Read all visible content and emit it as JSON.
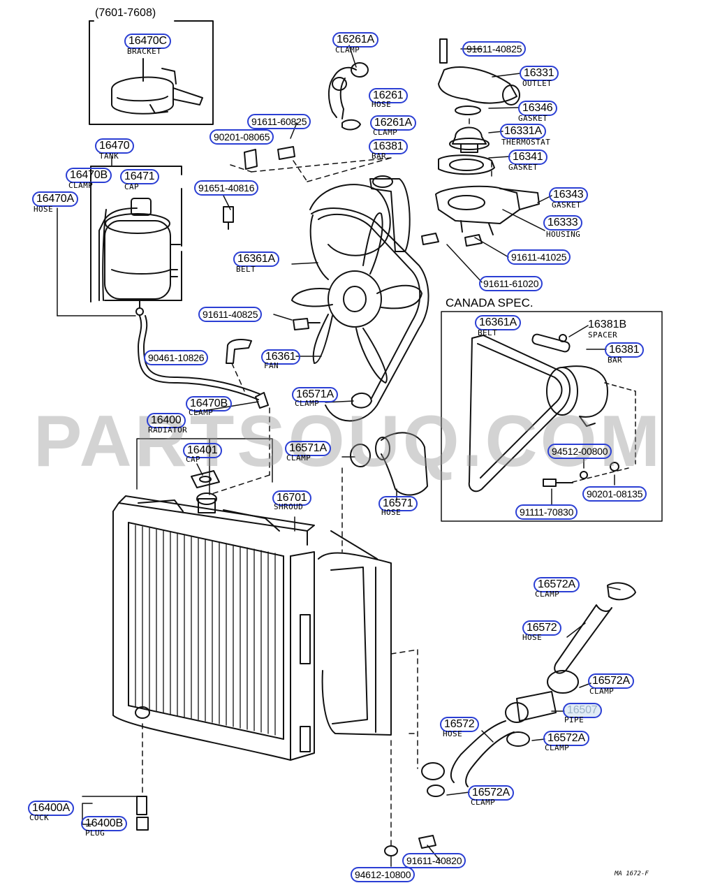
{
  "header": {
    "date_range": "(7601-7608)",
    "canada_spec": "CANADA SPEC.",
    "drawing_code": "MA 1672-F"
  },
  "watermark": {
    "text": "PARTSOUQ.COM"
  },
  "parts": [
    {
      "num": "16470C",
      "name": "BRACKET"
    },
    {
      "num": "16261A",
      "name": "CLAMP"
    },
    {
      "num": "91611-40825",
      "name": ""
    },
    {
      "num": "16331",
      "name": "OUTLET"
    },
    {
      "num": "16261",
      "name": "HOSE"
    },
    {
      "num": "16346",
      "name": "GASKET"
    },
    {
      "num": "91611-60825",
      "name": ""
    },
    {
      "num": "16261A",
      "name": "CLAMP"
    },
    {
      "num": "90201-08065",
      "name": ""
    },
    {
      "num": "16331A",
      "name": "THERMOSTAT"
    },
    {
      "num": "16470",
      "name": "TANK"
    },
    {
      "num": "16381",
      "name": "BAR"
    },
    {
      "num": "16341",
      "name": "GASKET"
    },
    {
      "num": "16470B",
      "name": "CLAMP"
    },
    {
      "num": "16471",
      "name": "CAP"
    },
    {
      "num": "91651-40816",
      "name": ""
    },
    {
      "num": "16343",
      "name": "GASKET"
    },
    {
      "num": "16470A",
      "name": "HOSE"
    },
    {
      "num": "16333",
      "name": "HOUSING"
    },
    {
      "num": "91611-41025",
      "name": ""
    },
    {
      "num": "16361A",
      "name": "BELT"
    },
    {
      "num": "91611-61020",
      "name": ""
    },
    {
      "num": "91611-40825",
      "name": ""
    },
    {
      "num": "16361A",
      "name": "BELT"
    },
    {
      "num": "16381B",
      "name": "SPACER"
    },
    {
      "num": "16381",
      "name": "BAR"
    },
    {
      "num": "90461-10826",
      "name": ""
    },
    {
      "num": "16361",
      "name": "FAN"
    },
    {
      "num": "16571A",
      "name": "CLAMP"
    },
    {
      "num": "16470B",
      "name": "CLAMP"
    },
    {
      "num": "16400",
      "name": "RADIATOR"
    },
    {
      "num": "16571A",
      "name": "CLAMP"
    },
    {
      "num": "94512-00800",
      "name": ""
    },
    {
      "num": "16401",
      "name": "CAP"
    },
    {
      "num": "90201-08135",
      "name": ""
    },
    {
      "num": "16701",
      "name": "SHROUD"
    },
    {
      "num": "16571",
      "name": "HOSE"
    },
    {
      "num": "91111-70830",
      "name": ""
    },
    {
      "num": "16572A",
      "name": "CLAMP"
    },
    {
      "num": "16572",
      "name": "HOSE"
    },
    {
      "num": "16572A",
      "name": "CLAMP"
    },
    {
      "num": "16507",
      "name": "PIPE"
    },
    {
      "num": "16572",
      "name": "HOSE"
    },
    {
      "num": "16572A",
      "name": "CLAMP"
    },
    {
      "num": "16572A",
      "name": "CLAMP"
    },
    {
      "num": "16400A",
      "name": "COCK"
    },
    {
      "num": "16400B",
      "name": "PLUG"
    },
    {
      "num": "91611-40820",
      "name": ""
    },
    {
      "num": "94612-10800",
      "name": ""
    }
  ],
  "colors": {
    "callout_border": "#2b3fd4",
    "line_art": "#111111",
    "highlighted_part_fill": "#b9d4ec",
    "watermark": "#969696"
  }
}
